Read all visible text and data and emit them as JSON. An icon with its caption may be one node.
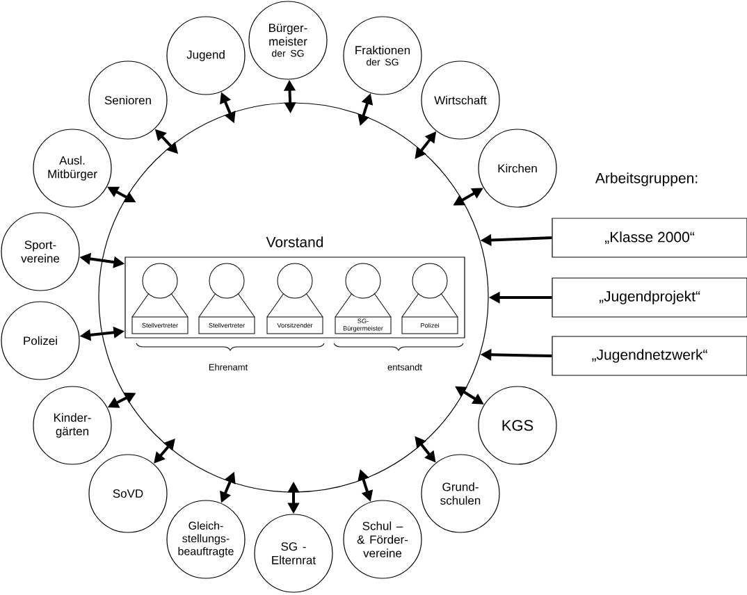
{
  "diagram": {
    "nodes": [
      {
        "text": [],
        "shape": "circle"
      },
      {
        "text": [
          "Vorstand"
        ],
        "in": 0
      },
      {
        "text": [
          "Stellvertreter"
        ],
        "in": 1
      },
      {
        "text": [
          "Stellvertreter"
        ],
        "in": 1
      },
      {
        "text": [
          "Vorsitzender"
        ],
        "in": 1
      },
      {
        "text": [
          "SG- Bürgermeister"
        ],
        "in": 1
      },
      {
        "text": [
          "Polizei"
        ],
        "in": 1
      },
      {
        "text": [
          "Jugend"
        ]
      },
      {
        "text": [
          "Bürger- meister",
          "der SG"
        ]
      },
      {
        "text": [
          "Fraktionen",
          "der SG"
        ]
      },
      {
        "text": [
          "Senioren"
        ]
      },
      {
        "text": [
          "Wirtschaft"
        ]
      },
      {
        "text": [
          "Ausl. Mitbürger"
        ]
      },
      {
        "text": [
          "Kirchen"
        ]
      },
      {
        "text": [
          "Sport- vereine"
        ]
      },
      {
        "text": [
          "„Klasse 2000“"
        ]
      },
      {
        "text": [
          "„Jugendprojekt“"
        ]
      },
      {
        "text": [
          "Polizei"
        ]
      },
      {
        "text": [
          "„Jugendnetzwerk“"
        ]
      },
      {
        "text": [
          "Kinder- gärten"
        ]
      },
      {
        "text": [
          "KGS"
        ]
      },
      {
        "text": [
          "SoVD"
        ]
      },
      {
        "text": [
          "Grund- schulen"
        ]
      },
      {
        "text": [
          "Gleich- stellungs- beauftragte"
        ]
      },
      {
        "text": [
          "SG - Elternrat"
        ]
      },
      {
        "text": [
          "Schul – & Förder- vereine"
        ]
      }
    ],
    "edges": [
      {
        "from": 7,
        "to": 0,
        "arrow": "both"
      },
      {
        "from": 8,
        "to": 0,
        "arrow": "both"
      },
      {
        "from": 9,
        "to": 0,
        "arrow": "both"
      },
      {
        "from": 10,
        "to": 0,
        "arrow": "both"
      },
      {
        "from": 11,
        "to": 0,
        "arrow": "both"
      },
      {
        "from": 12,
        "to": 0,
        "arrow": "both"
      },
      {
        "from": 13,
        "to": 0,
        "arrow": "both"
      },
      {
        "from": 14,
        "to": 1,
        "arrow": "both"
      },
      {
        "from": 15,
        "to": 0,
        "arrow": "to"
      },
      {
        "from": 16,
        "to": 0,
        "arrow": "to"
      },
      {
        "from": 17,
        "to": 1,
        "arrow": "both"
      },
      {
        "from": 18,
        "to": 0,
        "arrow": "to"
      },
      {
        "from": 19,
        "to": 0,
        "arrow": "both"
      },
      {
        "from": 20,
        "to": 0,
        "arrow": "both"
      },
      {
        "from": 21,
        "to": 0,
        "arrow": "both"
      },
      {
        "from": 22,
        "to": 0,
        "arrow": "both"
      },
      {
        "from": 23,
        "to": 0,
        "arrow": "both"
      },
      {
        "from": 24,
        "to": 0,
        "arrow": "both"
      },
      {
        "from": 25,
        "to": 0,
        "arrow": "both"
      }
    ],
    "labels": [
      "Arbeitsgruppen:",
      "Ehrenamt",
      "entsandt"
    ]
  }
}
